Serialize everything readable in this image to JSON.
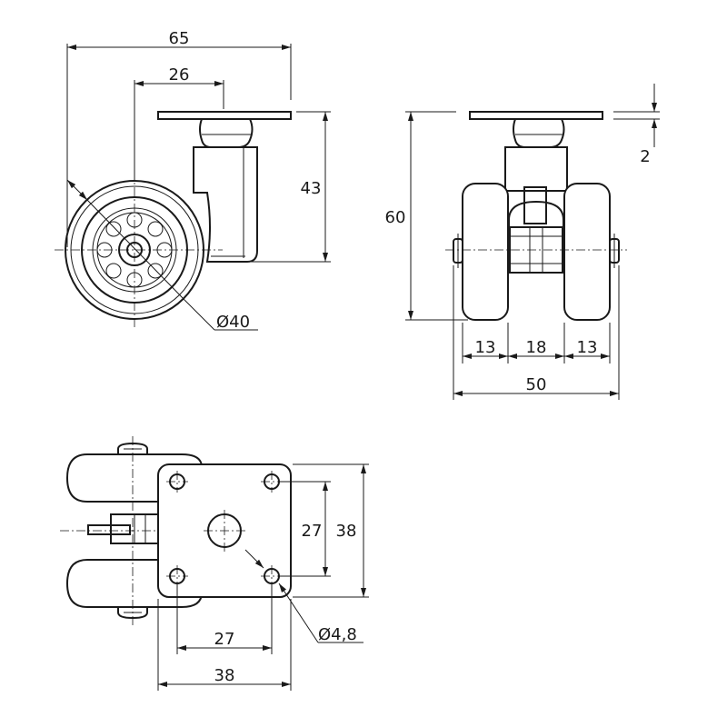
{
  "drawing": {
    "side_view": {
      "dim_total_width": "65",
      "dim_offset": "26",
      "dim_height": "43",
      "dim_wheel_diameter": "Ø40"
    },
    "front_view": {
      "dim_total_height": "60",
      "dim_plate_thickness": "2",
      "dim_wheel_width_left": "13",
      "dim_gap": "18",
      "dim_wheel_width_right": "13",
      "dim_overall_width": "50"
    },
    "top_view": {
      "dim_hole_spacing_vertical": "27",
      "dim_plate_height": "38",
      "dim_hole_spacing_horizontal": "27",
      "dim_plate_width": "38",
      "dim_hole_diameter": "Ø4,8"
    }
  }
}
